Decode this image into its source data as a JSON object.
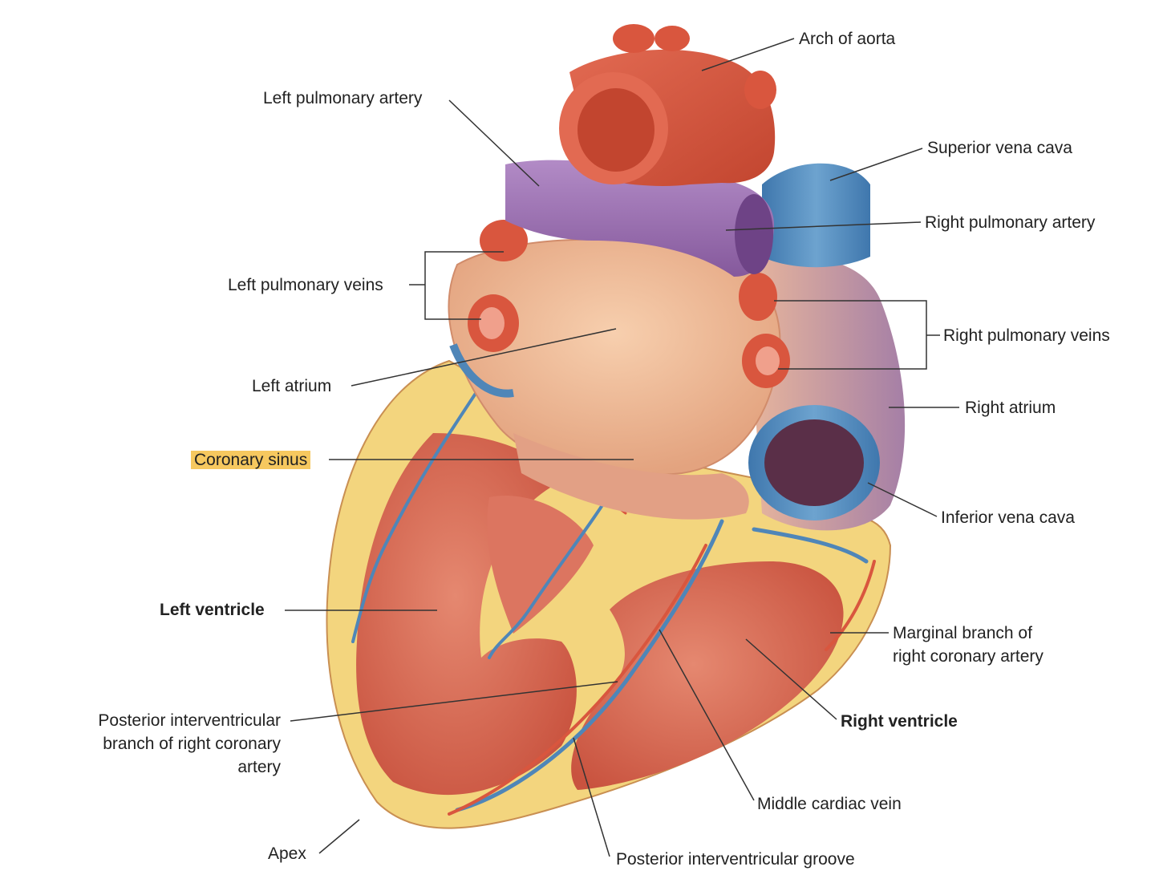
{
  "diagram": {
    "labels": {
      "arch_of_aorta": "Arch of aorta",
      "left_pulmonary_artery": "Left pulmonary artery",
      "superior_vena_cava": "Superior vena cava",
      "right_pulmonary_artery": "Right pulmonary artery",
      "left_pulmonary_veins": "Left pulmonary veins",
      "right_pulmonary_veins": "Right pulmonary veins",
      "left_atrium": "Left atrium",
      "right_atrium": "Right atrium",
      "coronary_sinus": "Coronary sinus",
      "inferior_vena_cava": "Inferior vena cava",
      "left_ventricle": "Left ventricle",
      "marginal_branch": [
        "Marginal branch of",
        "right coronary artery"
      ],
      "right_ventricle": "Right ventricle",
      "posterior_interventricular_branch": [
        "Posterior interventricular",
        "branch of right coronary",
        "artery"
      ],
      "middle_cardiac_vein": "Middle cardiac vein",
      "apex": "Apex",
      "posterior_interventricular_groove": "Posterior interventricular groove"
    },
    "colors": {
      "highlight": "#f6c85f",
      "artery": "#d9563e",
      "pulmonary_artery": "#9a6fb0",
      "vein": "#4f86b8",
      "atrium": "#f1bd96",
      "ventricle": "#d9705a",
      "fat": "#f3d57e",
      "leader_line": "#333333"
    }
  }
}
